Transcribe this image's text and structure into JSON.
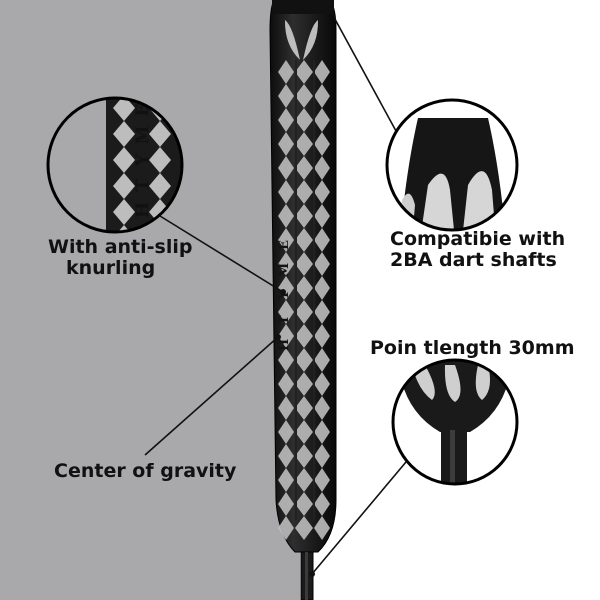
{
  "product": {
    "brand_engraving": "EMYTH",
    "colors": {
      "background_left": "#a9a9ab",
      "background_right": "#ffffff",
      "barrel": "#1b1b1b",
      "knurl": "#bdbdbd"
    }
  },
  "callouts": {
    "knurling": {
      "line1": "With anti-slip",
      "line2": "knurling"
    },
    "shafts": {
      "line1": "Compatibie with",
      "line2": "2BA dart shafts"
    },
    "point": {
      "text": "Poin tlength 30mm"
    },
    "gravity": {
      "text": "Center of gravity"
    }
  }
}
